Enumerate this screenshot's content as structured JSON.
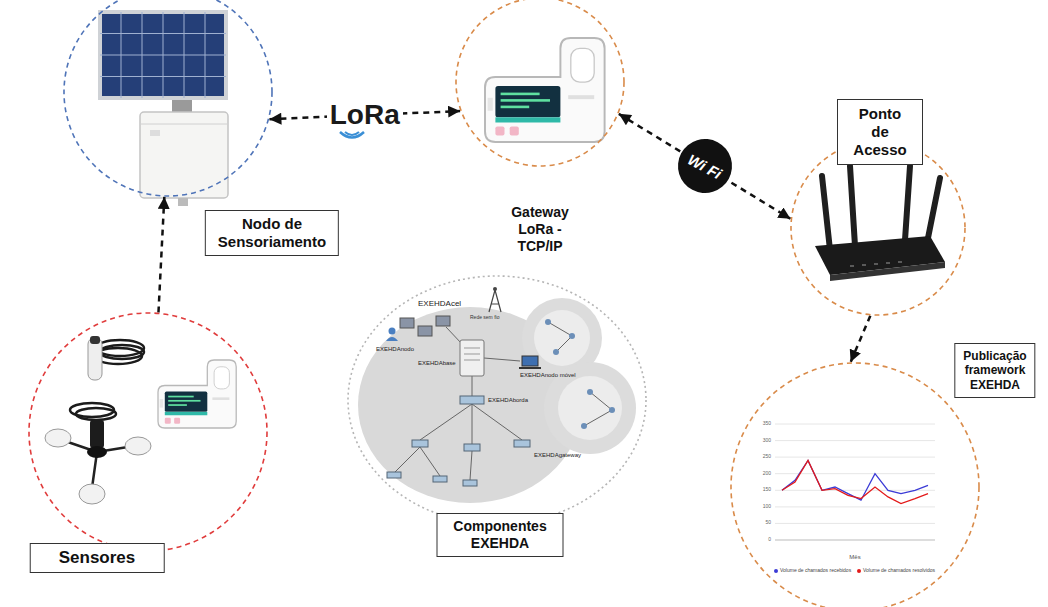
{
  "diagram": {
    "nodes": [
      {
        "text": [
          "Nodo de Sensoriamento"
        ]
      },
      {
        "text": [
          "Gateway LoRa - TCP/IP"
        ]
      },
      {
        "text": [
          "Ponto de Acesso"
        ]
      },
      {
        "text": [
          "Sensores"
        ]
      },
      {
        "text": [
          "Componentes EXEHDA"
        ]
      },
      {
        "text": [
          "Publicação framework EXEHDA"
        ]
      }
    ],
    "edges": [
      {
        "from": 0,
        "to": 1,
        "arrow": "both",
        "label": "LoRa"
      },
      {
        "from": 1,
        "to": 2,
        "arrow": "both",
        "label": "Wi Fi"
      },
      {
        "from": 3,
        "to": 0,
        "arrow": "to"
      },
      {
        "from": 2,
        "to": 5,
        "arrow": "to"
      }
    ],
    "labels": [
      "EXEHDAcel",
      "Rede sem fio",
      "EXEHDAnodo",
      "EXEHDAbase",
      "EXEHDAnodo móvel",
      "EXEHDAborda",
      "EXEHDAgateway",
      "350",
      "300",
      "250",
      "200",
      "150",
      "100",
      "50",
      "0",
      "Mês"
    ],
    "legend": [
      {
        "text": "Volume de chamados recebidos",
        "color": "#3b3bd6"
      },
      {
        "text": "Volume de chamados resolvidos",
        "color": "#e31a1a"
      }
    ]
  }
}
